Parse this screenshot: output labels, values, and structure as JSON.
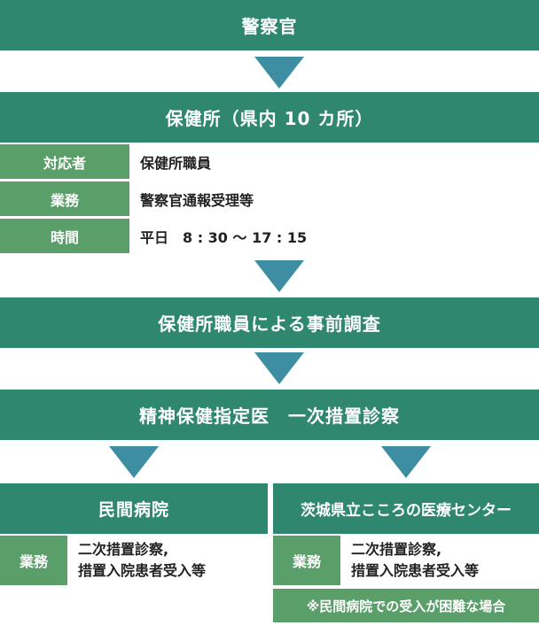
{
  "colors": {
    "header_bg": "#2f8770",
    "label_bg": "#5a9e6a",
    "arrow": "#3d8ea3"
  },
  "steps": {
    "police": "警察官",
    "health_center": "保健所（県内 10 カ所）",
    "investigation": "保健所職員による事前調査",
    "exam": "精神保健指定医　一次措置診察"
  },
  "info_rows": [
    {
      "label": "対応者",
      "value": "保健所職員"
    },
    {
      "label": "業務",
      "value": "警察官通報受理等"
    },
    {
      "label": "時間",
      "value": "平日　8 : 30 〜 17 : 15"
    }
  ],
  "hospitals": {
    "private": {
      "title": "民間病院",
      "label": "業務",
      "line1": "二次措置診察,",
      "line2": "措置入院患者受入等"
    },
    "center": {
      "title": "茨城県立こころの医療センター",
      "label": "業務",
      "line1": "二次措置診察,",
      "line2": "措置入院患者受入等",
      "note": "※民間病院での受入が困難な場合"
    }
  }
}
